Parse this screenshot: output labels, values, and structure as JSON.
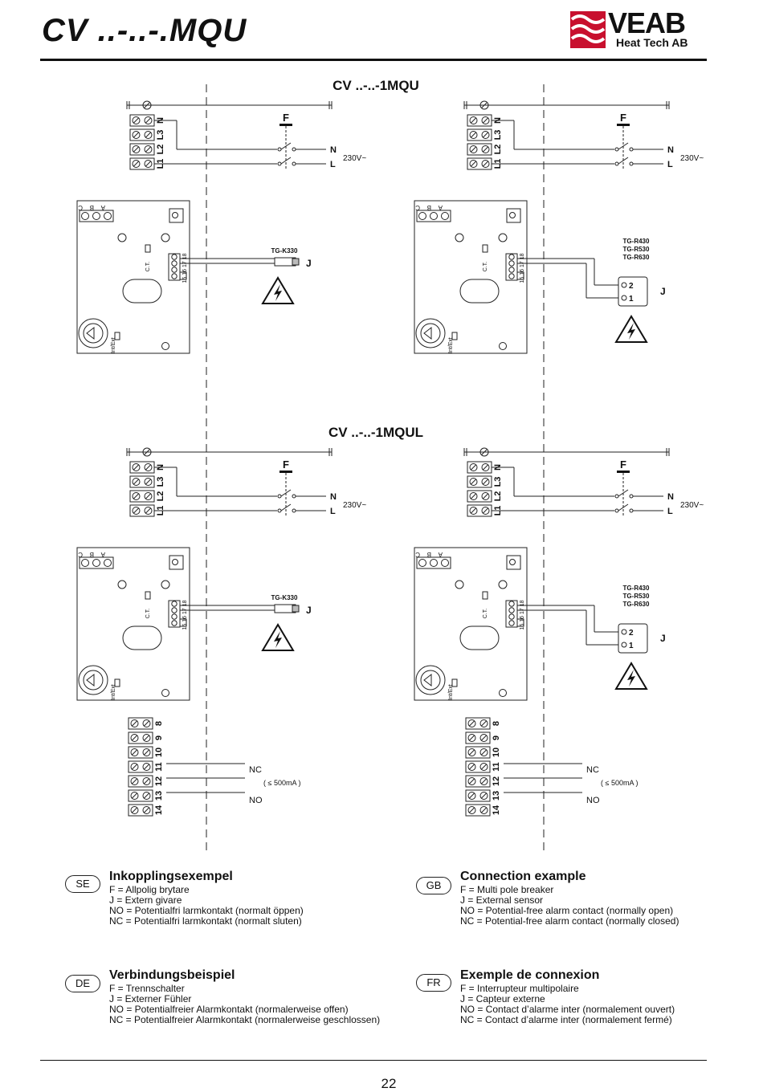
{
  "header": {
    "title": "CV ..-..-.MQU",
    "brand": "VEAB",
    "brand_sub": "Heat Tech AB",
    "accent": "#c8102e"
  },
  "sections": [
    {
      "title": "CV ..-..-1MQU",
      "left": {
        "sensor": "TG-K330",
        "sensor_tag": "J"
      },
      "right": {
        "sensors": [
          "TG-R430",
          "TG-R530",
          "TG-R630"
        ],
        "sensor_tag": "J",
        "terminal_2": "2",
        "terminal_1": "1"
      }
    },
    {
      "title": "CV ..-..-1MQUL",
      "left": {
        "sensor": "TG-K330",
        "sensor_tag": "J"
      },
      "right": {
        "sensors": [
          "TG-R430",
          "TG-R530",
          "TG-R630"
        ],
        "sensor_tag": "J",
        "terminal_2": "2",
        "terminal_1": "1"
      }
    }
  ],
  "supply": {
    "breaker": "F",
    "terminals": [
      "N",
      "L3",
      "L2",
      "L1"
    ],
    "out_n": "N",
    "out_l": "L",
    "voltage": "230V~"
  },
  "board": {
    "contact_labels": [
      "C",
      "B",
      "A"
    ],
    "ct_label": "C.T.",
    "input_terminals": "15 16 17 18",
    "intext": "Int/Ext"
  },
  "alarm": {
    "terminals": [
      "8",
      "9",
      "10",
      "11",
      "12",
      "13",
      "14"
    ],
    "nc": "NC",
    "rating": "( ≤ 500mA )",
    "no": "NO"
  },
  "legends": [
    {
      "code": "SE",
      "heading": "Inkopplingsexempel",
      "lines": [
        "F = Allpolig brytare",
        "J = Extern givare",
        "NO = Potentialfri larmkontakt (normalt öppen)",
        "NC = Potentialfri larmkontakt (normalt sluten)"
      ]
    },
    {
      "code": "GB",
      "heading": "Connection example",
      "lines": [
        "F = Multi pole breaker",
        "J = External sensor",
        "NO = Potential-free alarm contact (normally open)",
        "NC = Potential-free alarm contact (normally closed)"
      ]
    },
    {
      "code": "DE",
      "heading": "Verbindungsbeispiel",
      "lines": [
        "F = Trennschalter",
        "J = Externer Fühler",
        "NO = Potentialfreier Alarmkontakt (normalerweise offen)",
        "NC = Potentialfreier Alarmkontakt (normalerweise geschlossen)"
      ]
    },
    {
      "code": "FR",
      "heading": "Exemple de connexion",
      "lines": [
        "F = Interrupteur multipolaire",
        "J = Capteur externe",
        "NO = Contact d’alarme inter (normalement ouvert)",
        "NC = Contact d’alarme inter (normalement fermé)"
      ]
    }
  ],
  "footer": {
    "page": "22"
  }
}
